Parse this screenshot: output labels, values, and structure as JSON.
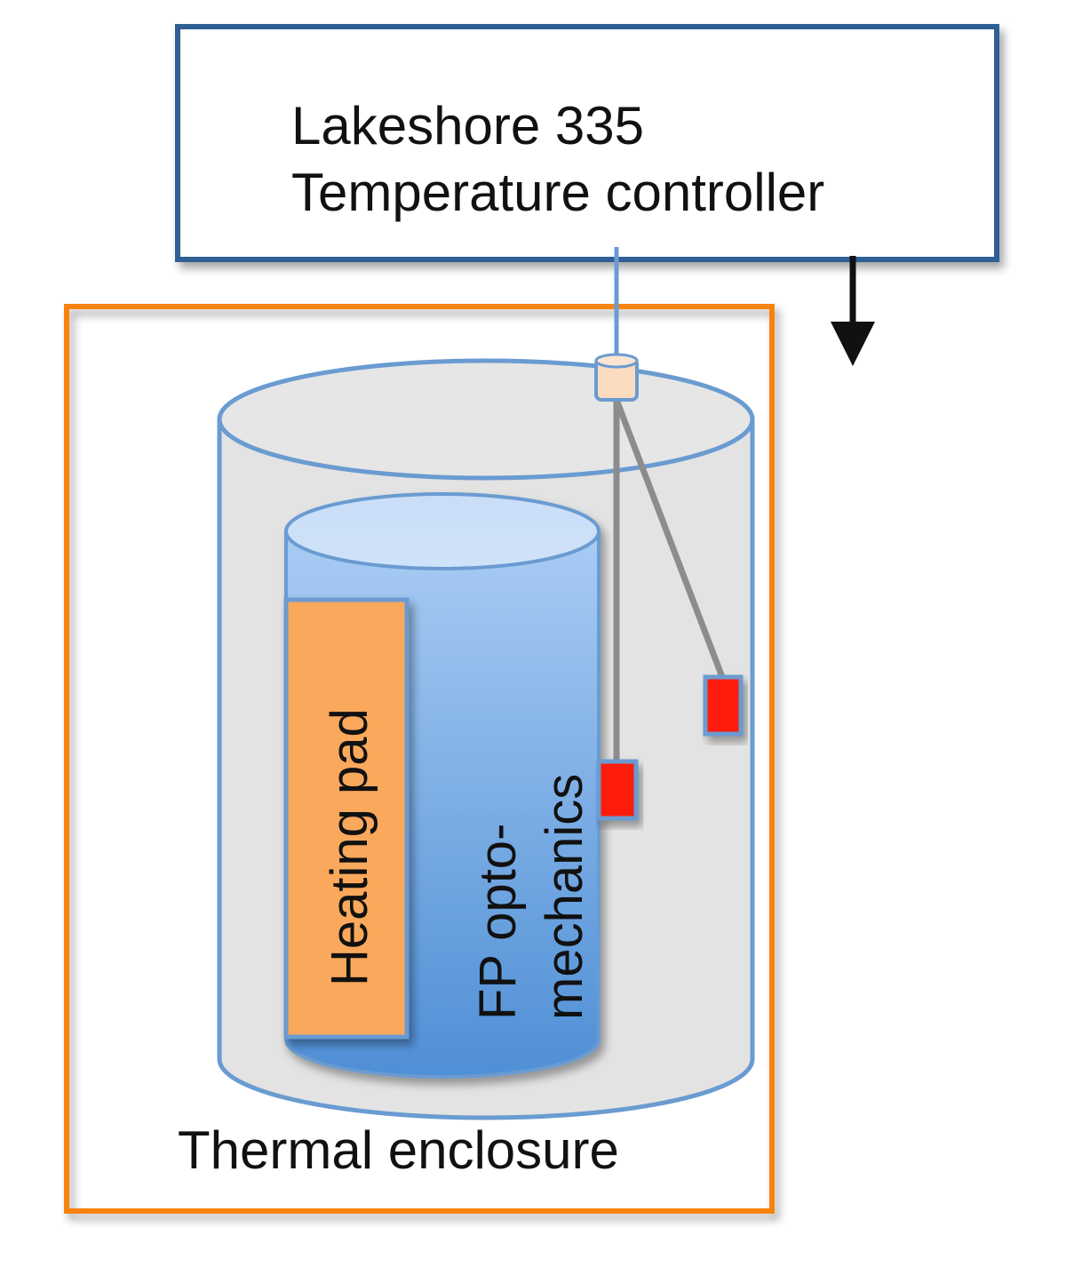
{
  "controller": {
    "line1": "Lakeshore 335",
    "line2": "Temperature controller"
  },
  "enclosure": {
    "label": "Thermal enclosure"
  },
  "heating_pad": {
    "label": "Heating pad"
  },
  "optomechanics": {
    "line1": "FP opto-",
    "line2": "mechanics"
  },
  "colors": {
    "controller_border": "#2f5f95",
    "enclosure_border": "#f7830f",
    "outer_cylinder_fill": "#e3e3e3",
    "outer_cylinder_stroke": "#6a9bd1",
    "inner_cylinder_light": "#a9ccf3",
    "inner_cylinder_dark": "#4f8fd6",
    "heating_pad_fill": "#f9a85b",
    "sensor_fill": "#ff1f0a",
    "connector_fill": "#fbdcc0",
    "wire": "#8c8c8c"
  }
}
